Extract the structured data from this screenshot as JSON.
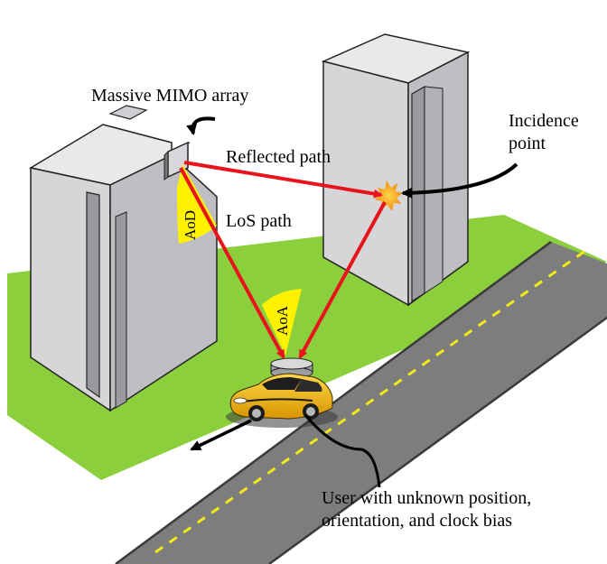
{
  "labels": {
    "array": "Massive MIMO array",
    "reflected": "Reflected path",
    "los": "LoS path",
    "incidence_line1": "Incidence",
    "incidence_line2": "point",
    "aod": "AoD",
    "aoa": "AoA",
    "user_line1": "User with unknown position,",
    "user_line2": "orientation, and clock bias"
  },
  "colors": {
    "grass": "#8ccf3c",
    "road": "#7d7d7d",
    "road_edge": "#3a3a3a",
    "lane_marking": "#f2e81a",
    "building_front": "#d6d6d9",
    "building_side": "#bfbfc3",
    "building_top": "#e9e9eb",
    "building_dark": "#9a9a9e",
    "path": "#e8141b",
    "angle": "#fff200",
    "incidence": "#f5a623",
    "car_body": "#f1b515"
  }
}
